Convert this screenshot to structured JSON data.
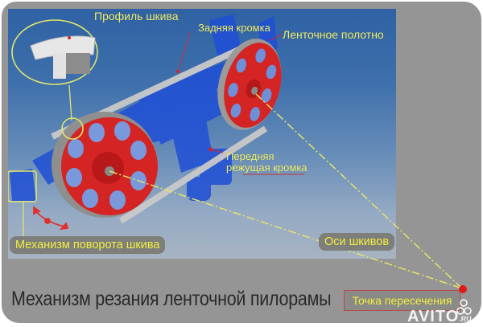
{
  "diagram": {
    "title": "Механизм резания ленточной пилорамы",
    "callouts": {
      "pulley_profile": "Профиль шкива",
      "back_edge": "Задняя кромка",
      "band_blade": "Ленточное полотно",
      "front_edge_line1": "Передняя",
      "front_edge_line2": "режущая кромка",
      "pulley_rotation": "Механизм поворота шкива",
      "pulley_axes": "Оси шкивов",
      "intersection_point": "Точка пересечения"
    },
    "colors": {
      "label_text": "#f1ef3e",
      "pulley_red": "#d42424",
      "frame_blue": "#1f4fd6",
      "background_gray": "#959595",
      "panel_blue": "#2f62a4",
      "axis_line": "#e6e36a",
      "intersection_dot": "#e01a1a"
    }
  },
  "watermark": {
    "brand": "AVITO",
    "suffix": ".RU"
  }
}
